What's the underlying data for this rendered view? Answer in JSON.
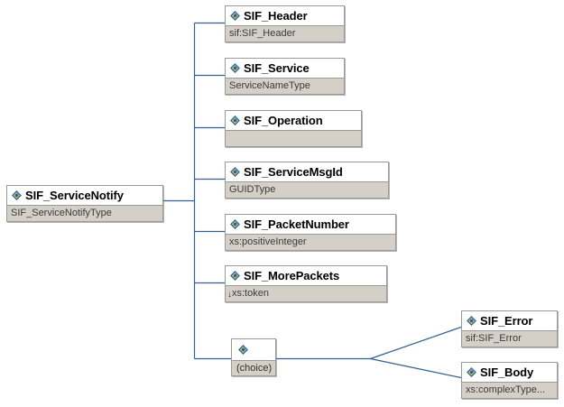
{
  "diagram": {
    "kind": "xml-schema-tree",
    "icon_name": "schema-element-icon",
    "colors": {
      "connector": "#31618f",
      "box_border": "#9a9a9a",
      "header_bg": "#ffffff",
      "type_bg": "#d4d0c8",
      "icon_blue": "#1f5fb0",
      "icon_yellow": "#f2c11a",
      "canvas": "#ffffff"
    },
    "root": {
      "name": "SIF_ServiceNotify",
      "type": "SIF_ServiceNotifyType"
    },
    "children": [
      {
        "name": "SIF_Header",
        "type": "sif:SIF_Header"
      },
      {
        "name": "SIF_Service",
        "type": "ServiceNameType"
      },
      {
        "name": "SIF_Operation",
        "type": ""
      },
      {
        "name": "SIF_ServiceMsgId",
        "type": "GUIDType"
      },
      {
        "name": "SIF_PacketNumber",
        "type": "xs:positiveInteger"
      },
      {
        "name": "SIF_MorePackets",
        "type": "xs:token",
        "type_prefix_icon": "down-arrow"
      }
    ],
    "choice": {
      "label": "(choice)",
      "options": [
        {
          "name": "SIF_Error",
          "type": "sif:SIF_Error"
        },
        {
          "name": "SIF_Body",
          "type": "xs:complexType..."
        }
      ]
    }
  }
}
